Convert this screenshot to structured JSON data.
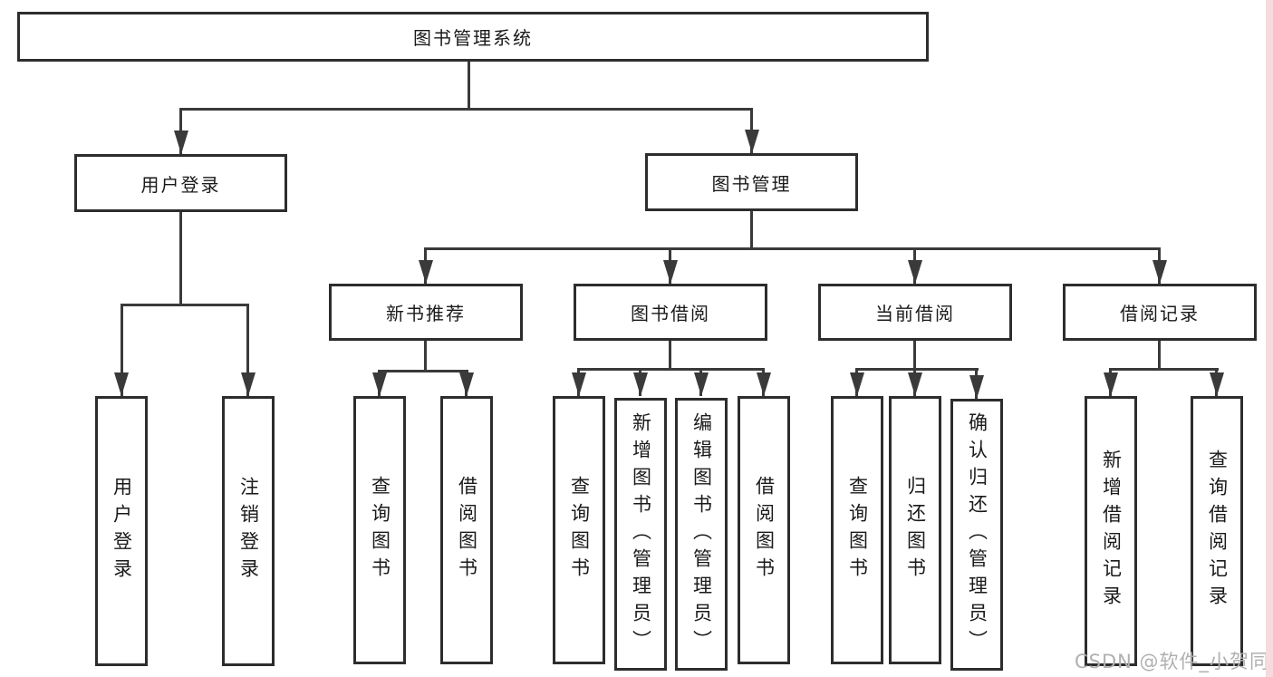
{
  "diagram": {
    "root": "图书管理系统",
    "level2": [
      "用户登录",
      "图书管理"
    ],
    "level3": [
      "新书推荐",
      "图书借阅",
      "当前借阅",
      "借阅记录"
    ],
    "leaves": {
      "user_login": [
        "用户登录",
        "注销登录"
      ],
      "new_book": [
        "查询图书",
        "借阅图书"
      ],
      "book_borrow": [
        "查询图书",
        "新增图书（管理员）",
        "编辑图书（管理员）",
        "借阅图书"
      ],
      "current_borrow": [
        "查询图书",
        "归还图书",
        "确认归还（管理员）"
      ],
      "borrow_record": [
        "新增借阅记录",
        "查询借阅记录"
      ]
    }
  },
  "watermark": "CSDN @软件_小贺同学",
  "colors": {
    "line": "#3a3a3a",
    "box_border": "#2d2d2d",
    "text": "#1a1a1a",
    "background": "#ffffff",
    "watermark": "#b0b0b0",
    "right_edge_strip": "#f5dade"
  }
}
